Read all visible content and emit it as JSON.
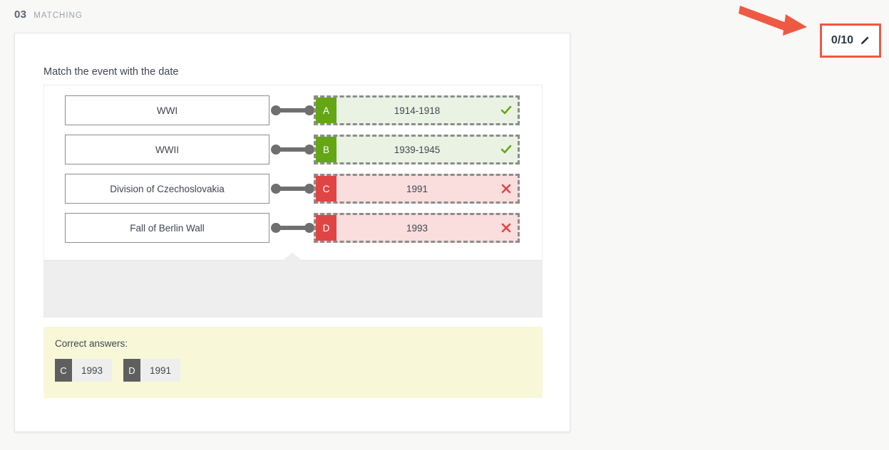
{
  "header": {
    "number": "03",
    "type_label": "MATCHING"
  },
  "score_badge": {
    "score": "0/10",
    "edit_icon": "pencil-icon",
    "border_color": "#ee5944",
    "annotation_arrow_color": "#ee5944"
  },
  "question": {
    "prompt": "Match the event with the date",
    "rows": [
      {
        "left": "WWI",
        "letter": "A",
        "answer": "1914-1918",
        "status": "correct",
        "status_icon": "check-icon"
      },
      {
        "left": "WWII",
        "letter": "B",
        "answer": "1939-1945",
        "status": "correct",
        "status_icon": "check-icon"
      },
      {
        "left": "Division of Czechoslovakia",
        "letter": "C",
        "answer": "1991",
        "status": "incorrect",
        "status_icon": "cross-icon"
      },
      {
        "left": "Fall of Berlin Wall",
        "letter": "D",
        "answer": "1993",
        "status": "incorrect",
        "status_icon": "cross-icon"
      }
    ]
  },
  "correct_answers": {
    "title": "Correct answers:",
    "items": [
      {
        "letter": "C",
        "value": "1993"
      },
      {
        "letter": "D",
        "value": "1991"
      }
    ]
  },
  "colors": {
    "correct_chip": "#64a615",
    "correct_bg": "#eaf3e3",
    "incorrect_chip": "#e04545",
    "incorrect_bg": "#fadddd",
    "answers_panel_bg": "#f8f8d8",
    "tray_bg": "#eeeeee"
  }
}
